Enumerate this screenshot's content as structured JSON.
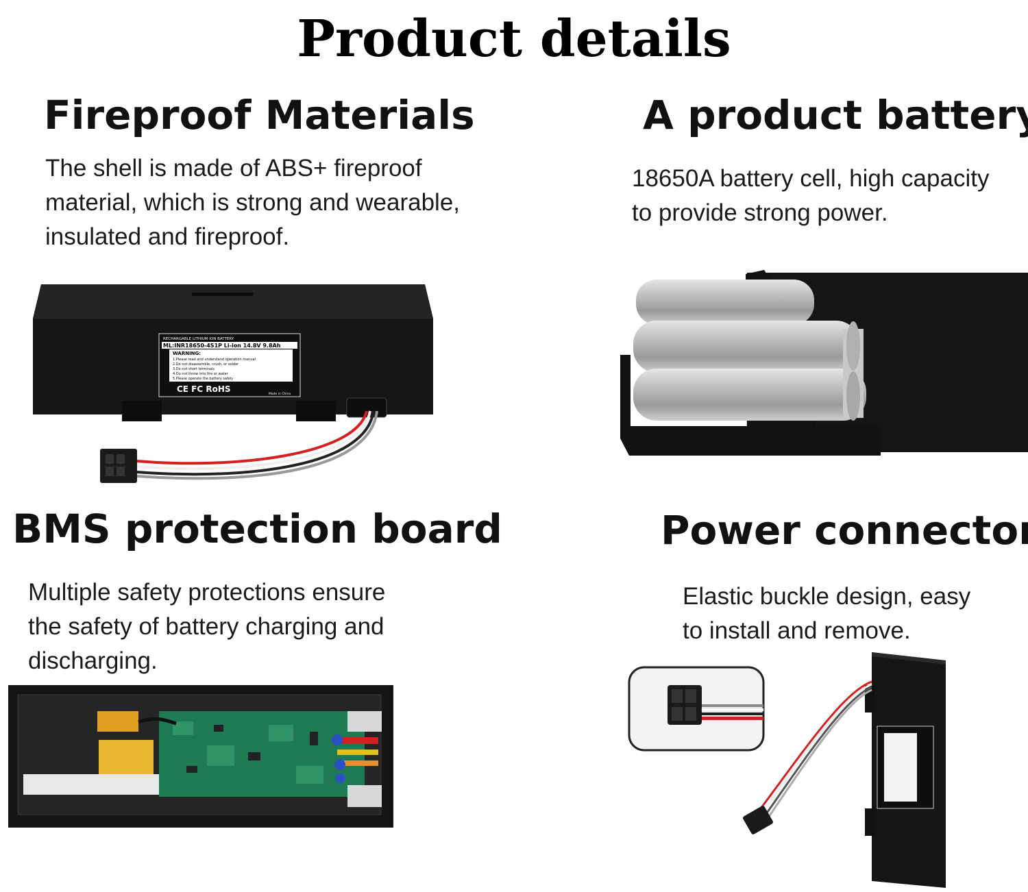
{
  "page": {
    "title": "Product details"
  },
  "sections": {
    "fireproof": {
      "heading": "Fireproof Materials",
      "lines": [
        "The shell is made of ABS+ fireproof",
        "material, which is strong and wearable,",
        "insulated and fireproof."
      ]
    },
    "battery": {
      "heading": "A product battery",
      "lines": [
        "18650A battery cell, high capacity",
        "to provide strong power."
      ]
    },
    "bms": {
      "heading": "BMS protection board",
      "lines": [
        "Multiple safety protections ensure",
        "the safety of battery charging and",
        "discharging."
      ]
    },
    "connector": {
      "heading": "Power connector",
      "lines": [
        "Elastic buckle design, easy",
        "to install and remove."
      ]
    }
  },
  "label": {
    "header": "RECHARGABLE LITHIUM ION BATTERY",
    "model": "ML:INR18650-4S1P   Li-ion 14.8V 9.8Ah",
    "warning": "WARNING:",
    "items": [
      "1.Please read and understand operation manual",
      "2.Do not disassemble, crush, or solder",
      "3.Do not short terminals",
      "4.Do not throw into fire or water",
      "5.Please operate the battery safely"
    ],
    "marks": "CE FC RoHS",
    "origin": "Made in China"
  },
  "colors": {
    "shell": "#1b1b1b",
    "pcb": "#1e7a52",
    "wire_red": "#d42020",
    "cell": "#c8c8c8"
  }
}
